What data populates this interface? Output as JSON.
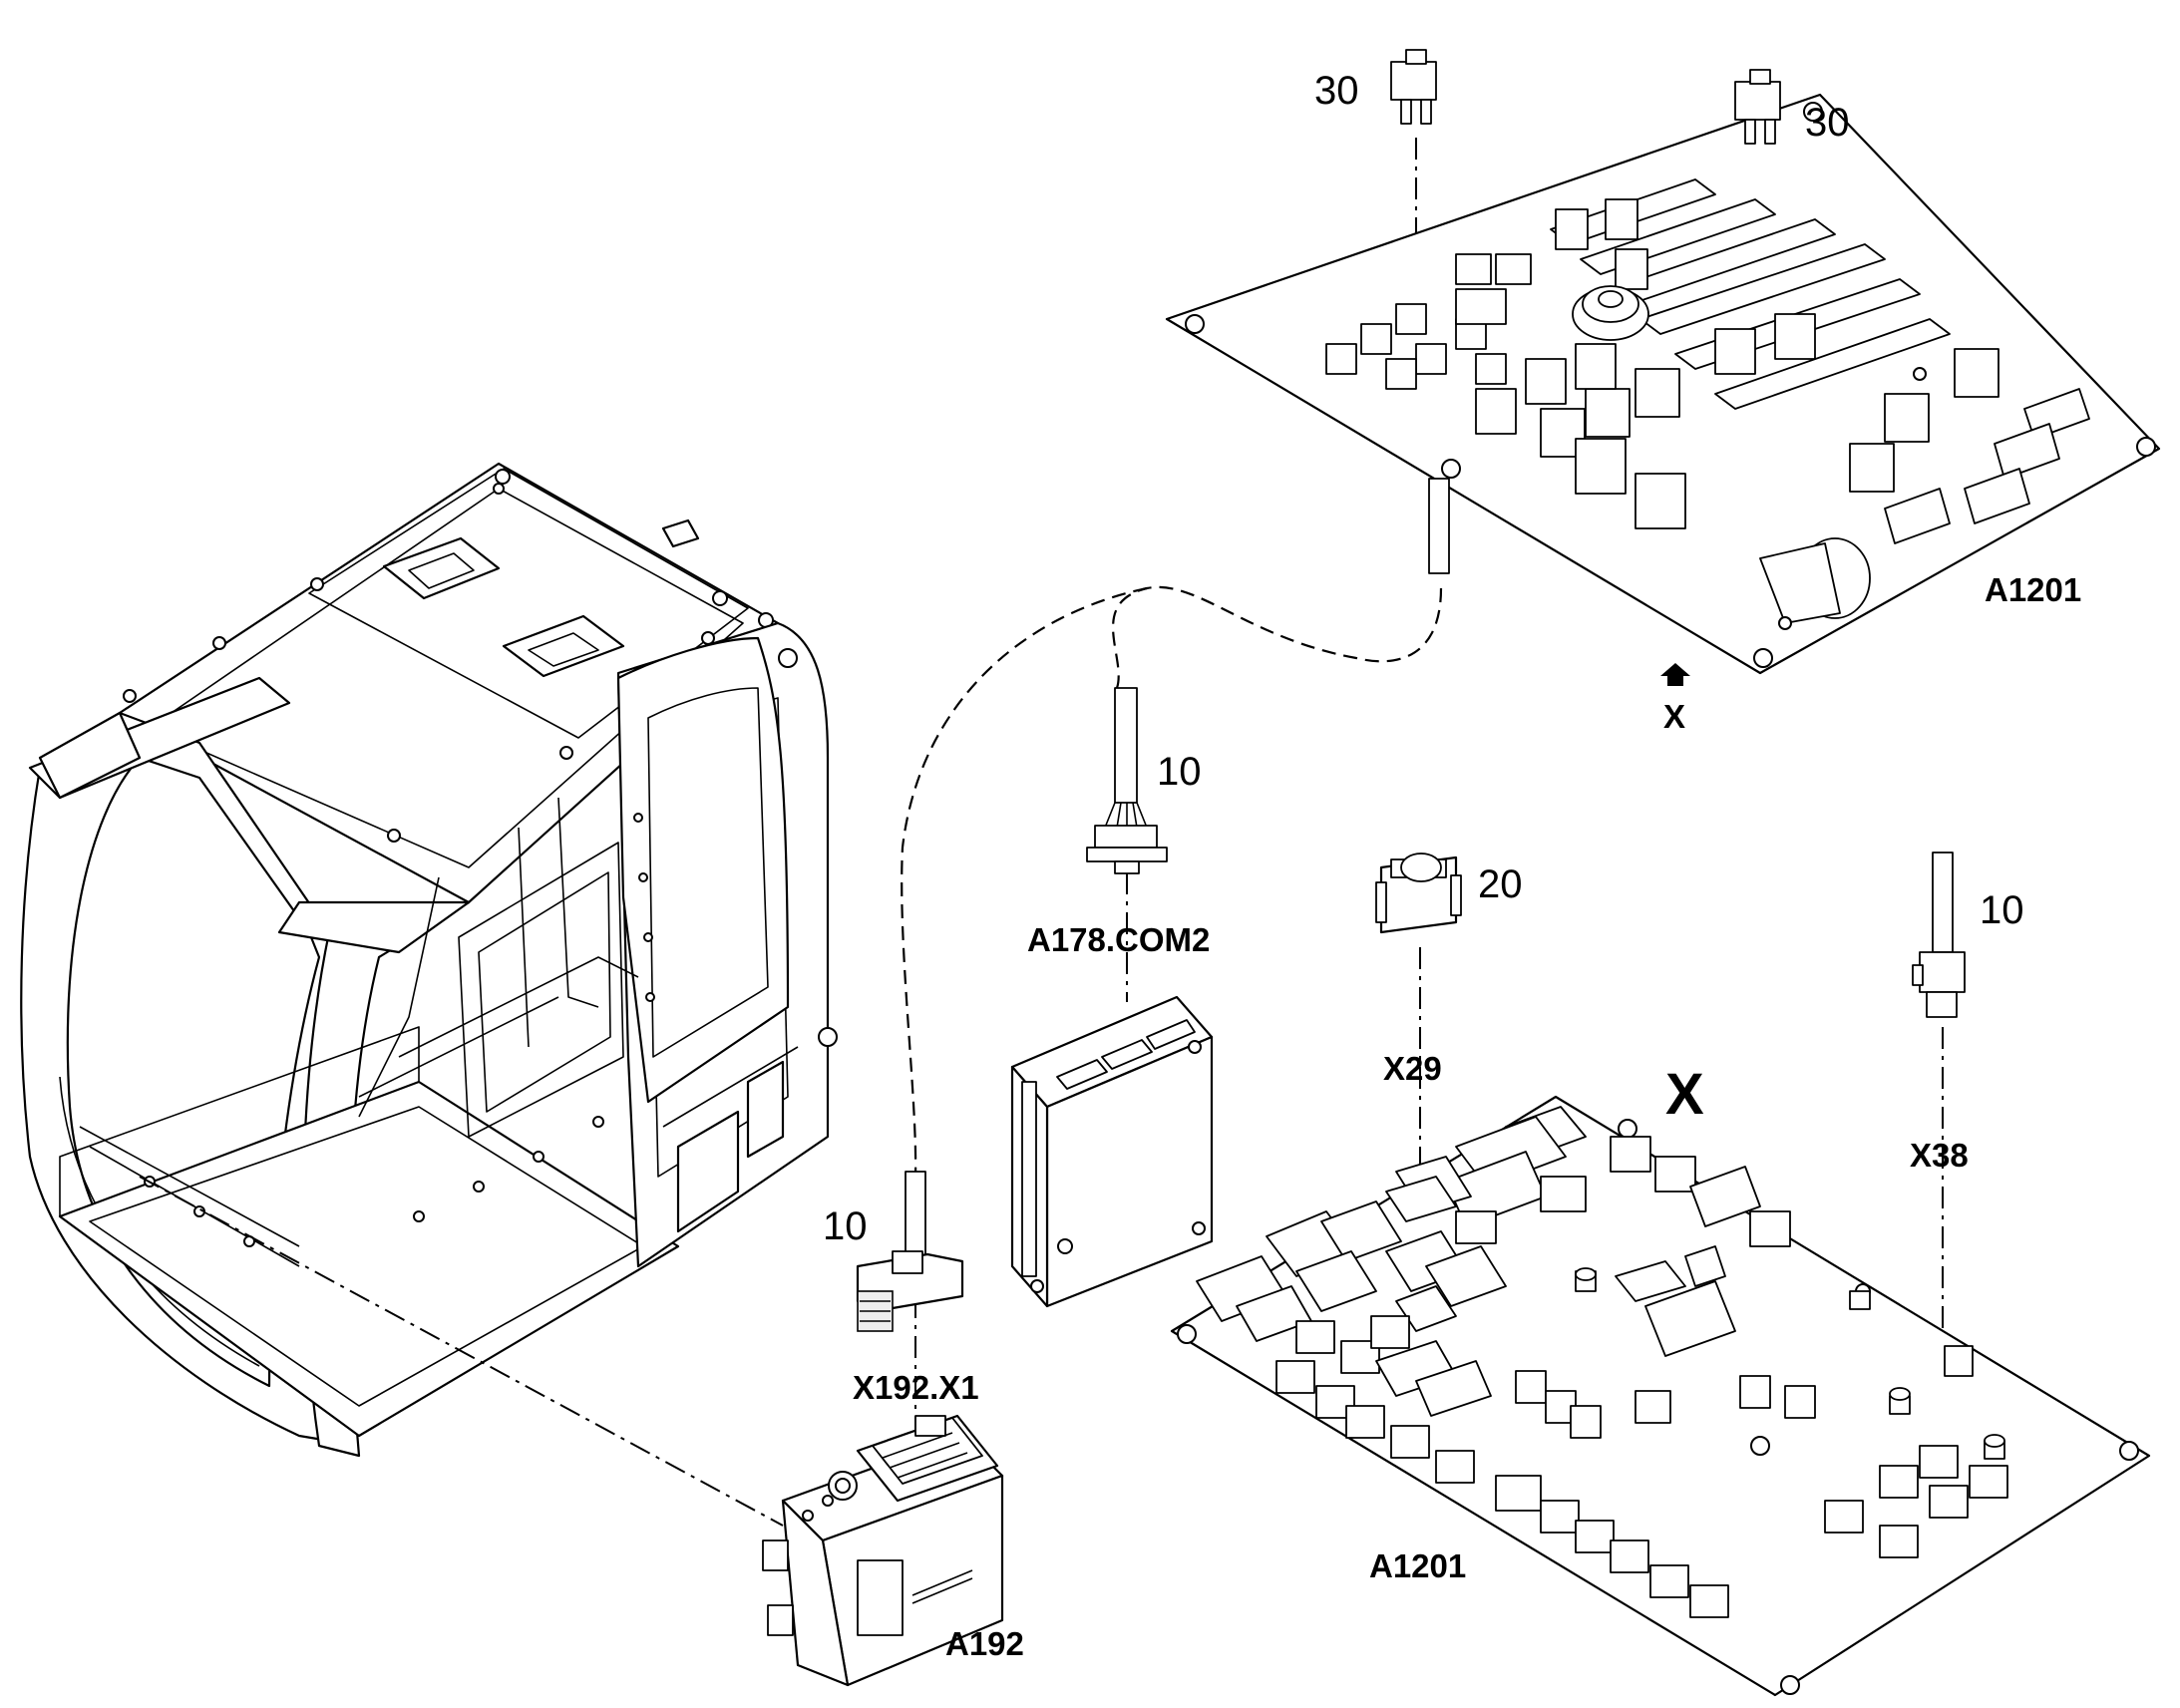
{
  "labels": {
    "fuse_top_left": "30",
    "fuse_top_right": "30",
    "board_top": "A1201",
    "view_arrow_label": "X",
    "cable_center": "10",
    "connector_center": "A178.COM2",
    "relay_connector": "20",
    "cable_right": "10",
    "connector_x29": "X29",
    "view_x": "X",
    "connector_x38": "X38",
    "cable_left": "10",
    "connector_x192": "X192.X1",
    "board_bottom": "A1201",
    "module_a192": "A192"
  },
  "icons": [
    "excavator-cab-frame",
    "central-electrical-board",
    "fuse",
    "controller-unit",
    "control-module",
    "relay-connector",
    "cable-connector",
    "view-direction-arrow"
  ]
}
